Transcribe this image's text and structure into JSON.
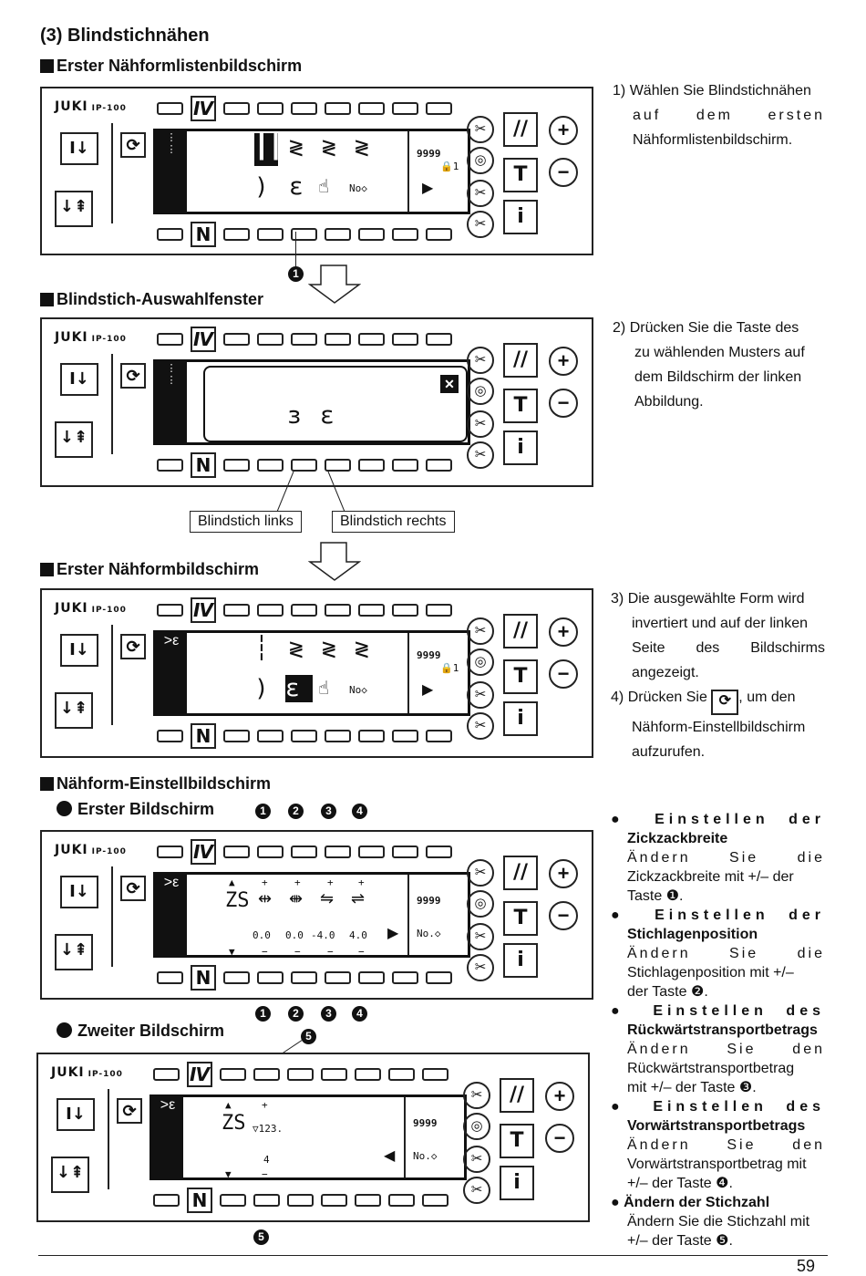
{
  "section_title": "(3) Blindstichnähen",
  "headings": {
    "list_screen": "Erster Nähformlistenbildschirm",
    "select_window": "Blindstich-Auswahlfenster",
    "form_screen": "Erster Nähformbildschirm",
    "setting_screen": "Nähform-Einstellbildschirm",
    "first_screen": "Erster Bildschirm",
    "second_screen": "Zweiter Bildschirm"
  },
  "panel": {
    "logo": "JUKI",
    "model": "IP-100",
    "n_key": "N",
    "count": "9999",
    "lock_num": "1",
    "no_label": "No."
  },
  "setting_values": [
    "0.0",
    "0.0",
    "-4.0",
    "4.0"
  ],
  "second_value": "4",
  "callouts": {
    "left": "Blindstich links",
    "right": "Blindstich rechts"
  },
  "step_numbers": [
    "1",
    "2",
    "3",
    "4",
    "5"
  ],
  "instructions": {
    "s1_num": "1)",
    "s1_a": "Wählen Sie Blindstichnähen",
    "s1_b": "auf dem ersten",
    "s1_c": "Nähformlistenbildschirm.",
    "s2_num": "2)",
    "s2_a": "Drücken Sie die Taste des",
    "s2_b": "zu wählenden Musters auf",
    "s2_c": "dem Bildschirm der linken",
    "s2_d": "Abbildung.",
    "s3_num": "3)",
    "s3_a": "Die ausgewählte Form wird",
    "s3_b": "invertiert und auf der linken",
    "s3_c": "Seite des Bildschirms",
    "s3_d": "angezeigt.",
    "s4_num": "4)",
    "s4_a": "Drücken Sie",
    "s4_a2": ", um den",
    "s4_b": "Nähform-Einstellbildschirm",
    "s4_c": "aufzurufen."
  },
  "settings_list": [
    {
      "title_a": "Einstellen der",
      "title_b": "Zickzackbreite",
      "text_a": "Ändern Sie die",
      "text_b": "Zickzackbreite mit +/– der",
      "text_c": "Taste ❶."
    },
    {
      "title_a": "Einstellen der",
      "title_b": "Stichlagenposition",
      "text_a": "Ändern Sie die",
      "text_b": "Stichlagenposition mit +/–",
      "text_c": "der Taste ❷."
    },
    {
      "title_a": "Einstellen des",
      "title_b": "Rückwärtstransportbetrags",
      "text_a": "Ändern Sie den",
      "text_b": "Rückwärtstransportbetrag",
      "text_c": "mit +/– der Taste ❸."
    },
    {
      "title_a": "Einstellen des",
      "title_b": "Vorwärtstransportbetrags",
      "text_a": "Ändern Sie den",
      "text_b": "Vorwärtstransportbetrag mit",
      "text_c": "+/– der Taste ❹."
    },
    {
      "title_a": "Ändern der Stichzahl",
      "title_b": "",
      "text_a": "Ändern Sie die Stichzahl mit",
      "text_b": "+/– der Taste ❺.",
      "text_c": ""
    }
  ],
  "page_number": "59"
}
